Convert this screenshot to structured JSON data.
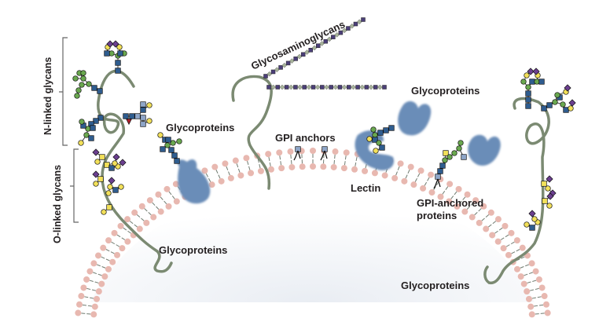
{
  "title": "Cell surface glycans diagram",
  "labels": {
    "n_linked": "N-linked glycans",
    "o_linked": "O-linked glycans",
    "gags": "Glycosaminoglycans",
    "glycoproteins_left_membrane": "Glycoproteins",
    "glycoproteins_left_bottom": "Glycoproteins",
    "glycoproteins_top_right": "Glycoproteins",
    "glycoproteins_bottom_right": "Glycoproteins",
    "gpi_anchors": "GPI anchors",
    "lectin": "Lectin",
    "gpi_anchored_line1": "GPI-anchored",
    "gpi_anchored_line2": "proteins"
  },
  "legend_symbols": {
    "glcnac": "blue-square",
    "mannose": "green-circle",
    "galactose": "yellow-circle",
    "galnac": "yellow-square",
    "sialic_acid": "purple-diamond",
    "fucose": "red-triangle"
  },
  "colors": {
    "protein_chain": "#7b8a72",
    "protein_blob": "#6b8db8",
    "lipid_head": "#e8b8b0",
    "lipid_tail": "#6f7a6f",
    "glcnac": "#2f5d8f",
    "mannose": "#6aa84f",
    "galactose": "#f2e05a",
    "sialic": "#6b3f8f",
    "fucose": "#b01e2a",
    "gag_square": "#4b3f78",
    "gag_diamond": "#a7b39a",
    "text": "#231f20",
    "bracket": "#555555"
  }
}
